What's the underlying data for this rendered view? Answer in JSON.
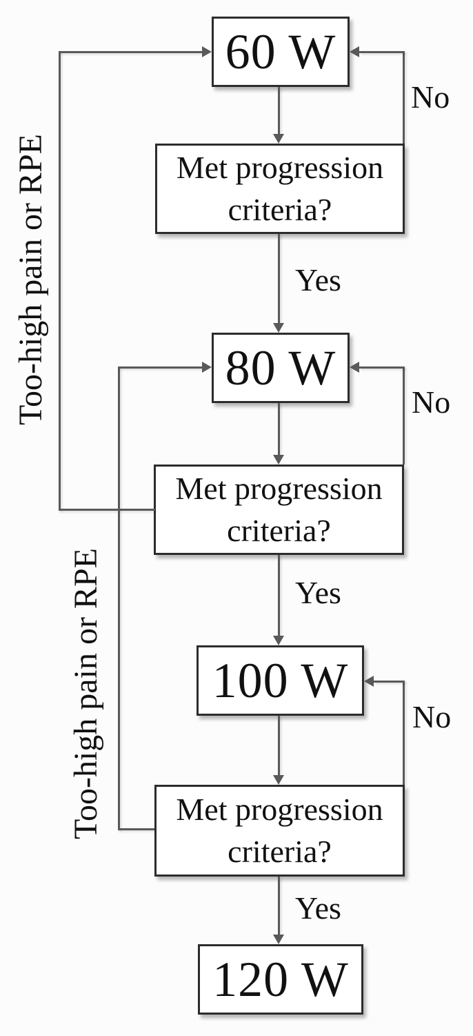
{
  "flowchart": {
    "stages": [
      {
        "watt": "60 W",
        "criteria": "Met progression criteria?",
        "yes": "Yes",
        "no": "No"
      },
      {
        "watt": "80 W",
        "criteria": "Met progression criteria?",
        "yes": "Yes",
        "no": "No"
      },
      {
        "watt": "100 W",
        "criteria": "Met progression criteria?",
        "yes": "Yes",
        "no": "No"
      },
      {
        "watt": "120 W"
      }
    ],
    "feedback": {
      "label_1": "Too-high pain or RPE",
      "label_2": "Too-high pain or RPE"
    },
    "colors": {
      "background": "#fcfcfc",
      "line": "#59595b",
      "border": "#2c2c2e",
      "text": "#111111"
    }
  }
}
